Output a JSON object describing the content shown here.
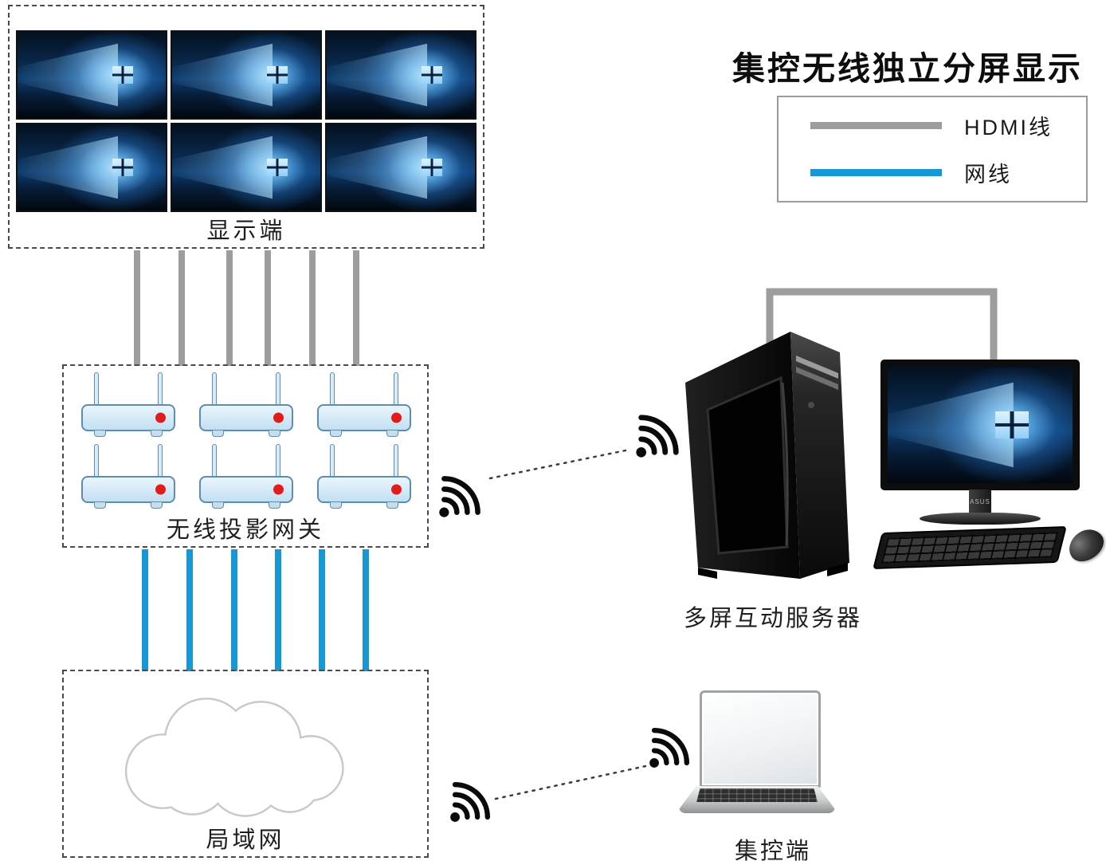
{
  "title": "集控无线独立分屏显示",
  "legend": {
    "items": [
      {
        "label": "HDMI线",
        "color": "#9d9d9d"
      },
      {
        "label": "网线",
        "color": "#1798d5"
      }
    ]
  },
  "display_group": {
    "label": "显示端",
    "screen_count": 6
  },
  "gateway_group": {
    "label": "无线投影网关",
    "device_count": 6
  },
  "lan_group": {
    "label": "局域网"
  },
  "server": {
    "label": "多屏互动服务器",
    "monitor_brand": "ASUS"
  },
  "control": {
    "label": "集控端"
  },
  "connections": {
    "hdmi_line_count": 6,
    "network_line_count": 6,
    "wireless_link_count": 2
  },
  "colors": {
    "hdmi_line": "#9d9d9d",
    "network_line": "#1798d5",
    "router_body": "#cfe7f8",
    "router_led": "#e21b1b",
    "screen_blue": "#1f7ac0"
  },
  "icons": [
    "wifi-icon",
    "cloud-icon",
    "monitor-screen",
    "router-device"
  ]
}
